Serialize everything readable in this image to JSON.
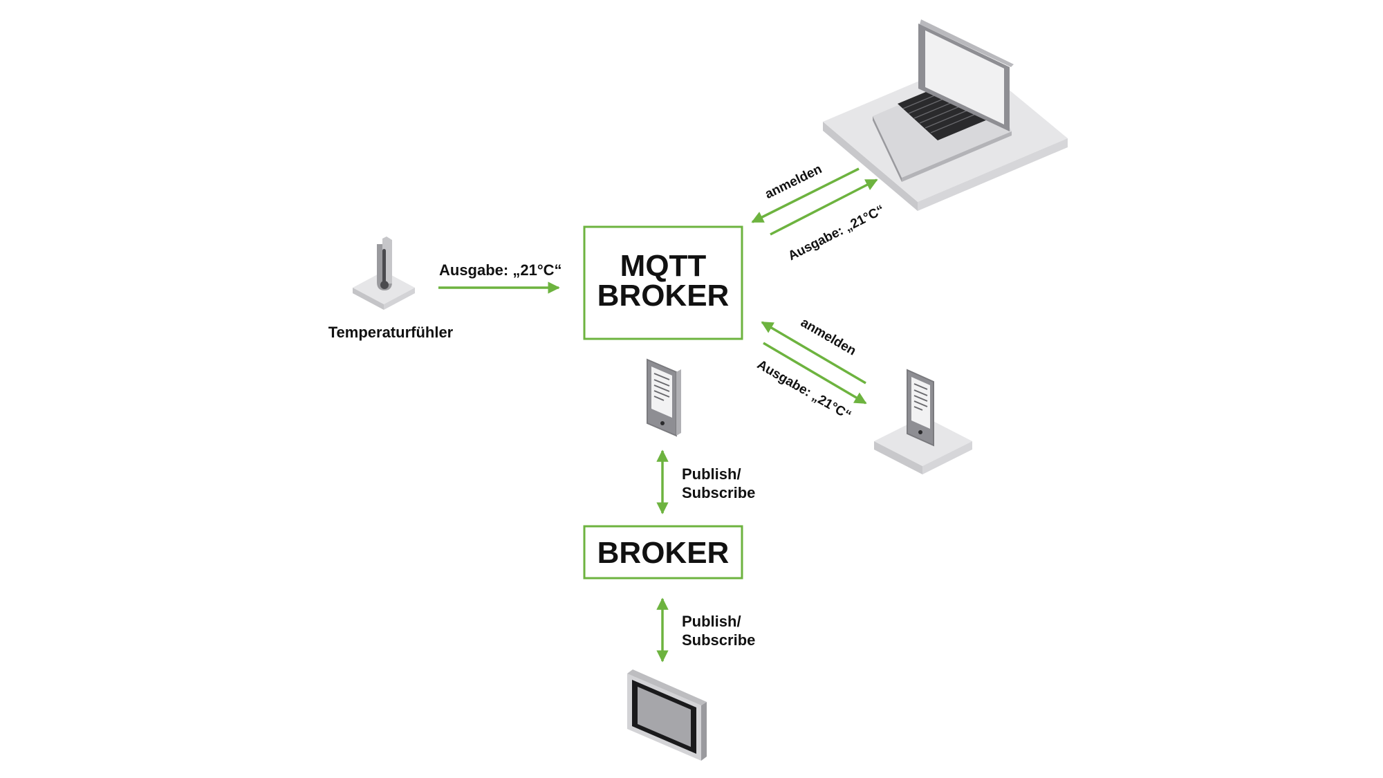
{
  "colors": {
    "accent": "#6db33f",
    "device_light": "#e9e9ea",
    "device_mid": "#c9c9cc",
    "device_dark": "#8e8e93",
    "text": "#111111"
  },
  "boxes": {
    "mqtt_broker": {
      "line1": "MQTT",
      "line2": "BROKER"
    },
    "broker": {
      "label": "BROKER"
    }
  },
  "sensor": {
    "label": "Temperaturfühler",
    "icon": "thermometer-icon"
  },
  "edges": {
    "sensor_to_mqtt": "Ausgabe: „21°C“",
    "laptop_login": "anmelden",
    "laptop_output": "Ausgabe: „21°C“",
    "phone_login": "anmelden",
    "phone_output": "Ausgabe: „21°C“",
    "gateway_to_broker": {
      "line1": "Publish/",
      "line2": "Subscribe"
    },
    "broker_to_panel": {
      "line1": "Publish/",
      "line2": "Subscribe"
    }
  },
  "devices": {
    "laptop": {
      "icon": "laptop-icon"
    },
    "phone": {
      "icon": "smartphone-icon"
    },
    "gateway": {
      "icon": "mobile-device-icon"
    },
    "panel": {
      "icon": "touch-panel-icon"
    }
  }
}
